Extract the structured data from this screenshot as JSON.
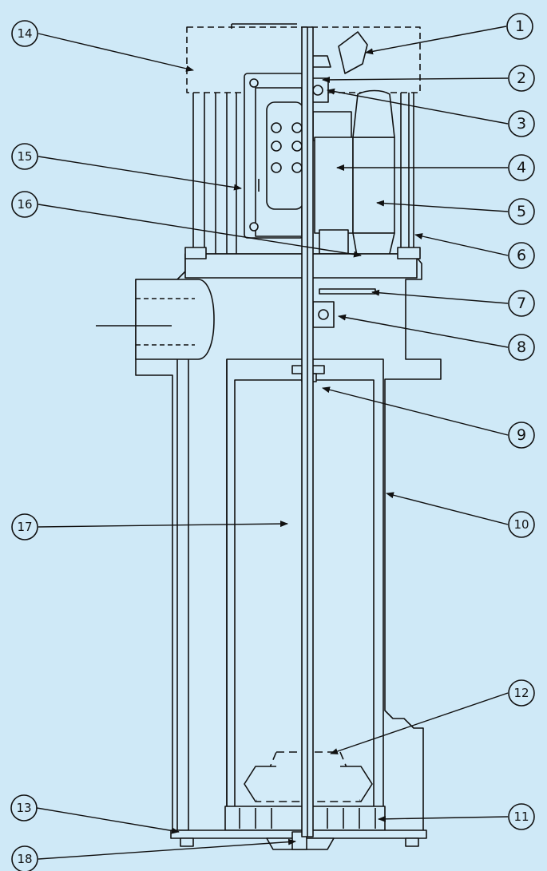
{
  "diagram": {
    "background_color": "#cfe9f7",
    "line_color": "#111111",
    "part_fill": "#d3ebf8",
    "callouts": [
      {
        "id": "c1",
        "label": "1"
      },
      {
        "id": "c2",
        "label": "2"
      },
      {
        "id": "c3",
        "label": "3"
      },
      {
        "id": "c4",
        "label": "4"
      },
      {
        "id": "c5",
        "label": "5"
      },
      {
        "id": "c6",
        "label": "6"
      },
      {
        "id": "c7",
        "label": "7"
      },
      {
        "id": "c8",
        "label": "8"
      },
      {
        "id": "c9",
        "label": "9"
      },
      {
        "id": "c10",
        "label": "10"
      },
      {
        "id": "c11",
        "label": "11"
      },
      {
        "id": "c12",
        "label": "12"
      },
      {
        "id": "c13",
        "label": "13"
      },
      {
        "id": "c14",
        "label": "14"
      },
      {
        "id": "c15",
        "label": "15"
      },
      {
        "id": "c16",
        "label": "16"
      },
      {
        "id": "c17",
        "label": "17"
      },
      {
        "id": "c18",
        "label": "18"
      }
    ]
  }
}
